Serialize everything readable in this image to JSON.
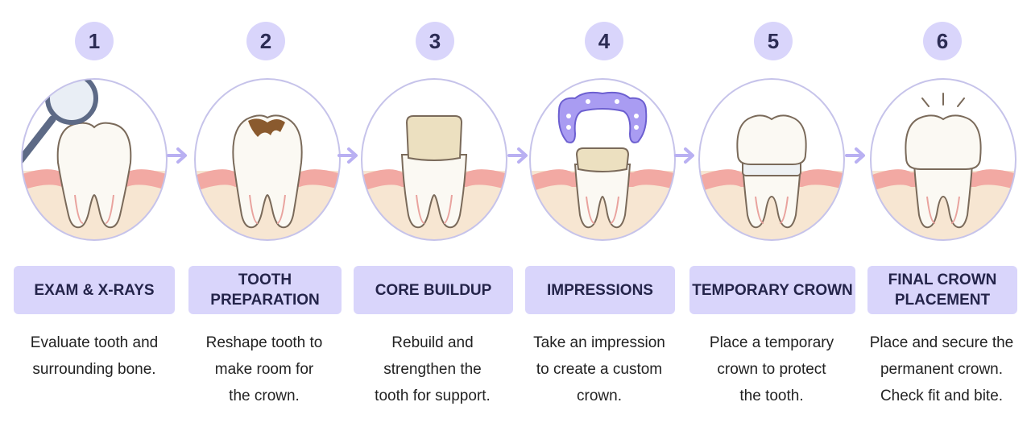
{
  "steps": [
    {
      "number": "1",
      "title": "EXAM & X-RAYS",
      "description": "Evaluate tooth and\nsurrounding bone.",
      "icon": "magnifier-tooth-icon"
    },
    {
      "number": "2",
      "title": "TOOTH\nPREPARATION",
      "description": "Reshape tooth to\nmake room for\nthe crown.",
      "icon": "decayed-tooth-icon"
    },
    {
      "number": "3",
      "title": "CORE BUILDUP",
      "description": "Rebuild and\nstrengthen the\ntooth for support.",
      "icon": "core-buildup-tooth-icon"
    },
    {
      "number": "4",
      "title": "IMPRESSIONS",
      "description": "Take an impression\nto create a custom\ncrown.",
      "icon": "impression-tray-tooth-icon"
    },
    {
      "number": "5",
      "title": "TEMPORARY CROWN",
      "description": "Place a temporary\ncrown to protect\nthe tooth.",
      "icon": "temporary-crown-tooth-icon"
    },
    {
      "number": "6",
      "title": "FINAL CROWN\nPLACEMENT",
      "description": "Place and secure the\npermanent crown.\nCheck fit and bite.",
      "icon": "final-crown-tooth-icon"
    }
  ],
  "colors": {
    "badge": "#d9d5fb",
    "label_bg": "#d9d5fb",
    "circle_border": "#c6c3ea",
    "gum": "#f2a9a3",
    "bone": "#f7e6d2",
    "tooth": "#fbf9f3",
    "core": "#ece0c0",
    "tray": "#a99cf2",
    "arrow": "#b9b0f2"
  }
}
